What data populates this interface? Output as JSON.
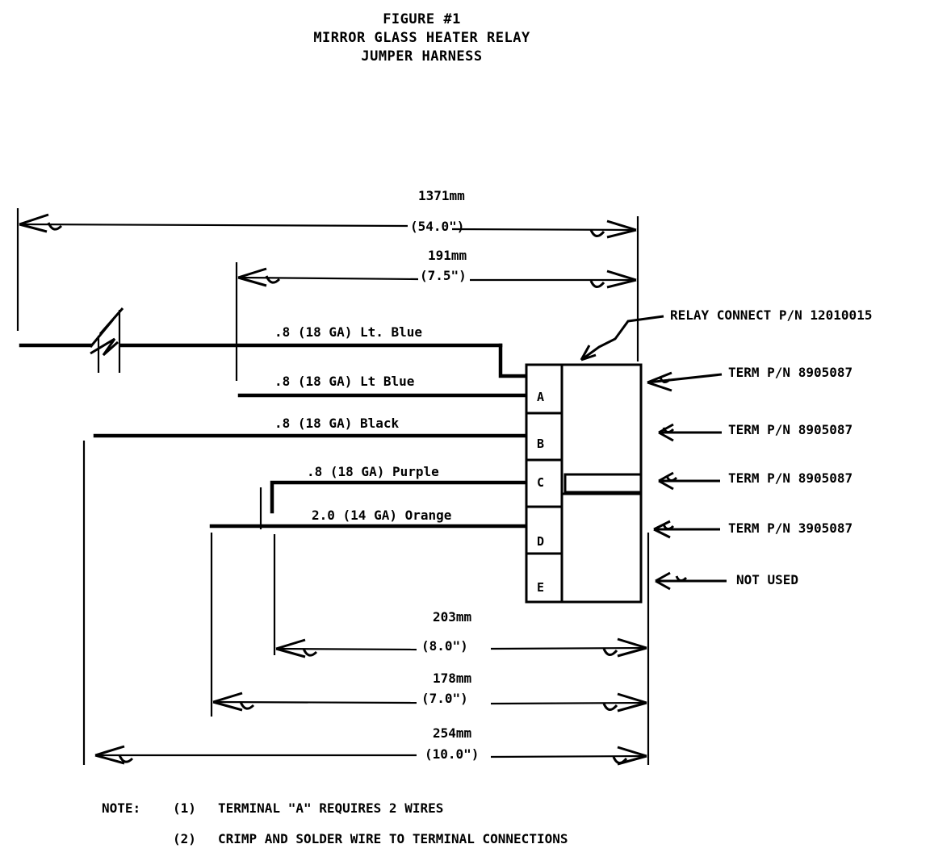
{
  "title": {
    "line1": "FIGURE #1",
    "line2": "MIRROR GLASS HEATER RELAY",
    "line3": "JUMPER HARNESS"
  },
  "dimensions": [
    {
      "mm": "1371mm",
      "inch": "(54.0\")"
    },
    {
      "mm": "191mm",
      "inch": "(7.5\")"
    },
    {
      "mm": "203mm",
      "inch": "(8.0\")"
    },
    {
      "mm": "178mm",
      "inch": "(7.0\")"
    },
    {
      "mm": "254mm",
      "inch": "(10.0\")"
    }
  ],
  "wires": [
    {
      "label": ".8 (18 GA) Lt. Blue"
    },
    {
      "label": ".8 (18 GA) Lt Blue"
    },
    {
      "label": ".8 (18 GA) Black"
    },
    {
      "label": ".8 (18 GA) Purple"
    },
    {
      "label": "2.0 (14 GA) Orange"
    }
  ],
  "terminals": [
    "A",
    "B",
    "C",
    "D",
    "E"
  ],
  "callouts": [
    {
      "text": "RELAY CONNECT P/N 12010015"
    },
    {
      "text": "TERM P/N 8905087"
    },
    {
      "text": "TERM P/N 8905087"
    },
    {
      "text": "TERM P/N 8905087"
    },
    {
      "text": "TERM P/N 3905087"
    },
    {
      "text": "NOT USED"
    }
  ],
  "notes": {
    "label": "NOTE:",
    "n1_num": "(1)",
    "n1_text": "TERMINAL \"A\" REQUIRES 2 WIRES",
    "n2_num": "(2)",
    "n2_text": "CRIMP AND SOLDER WIRE TO TERMINAL CONNECTIONS"
  }
}
